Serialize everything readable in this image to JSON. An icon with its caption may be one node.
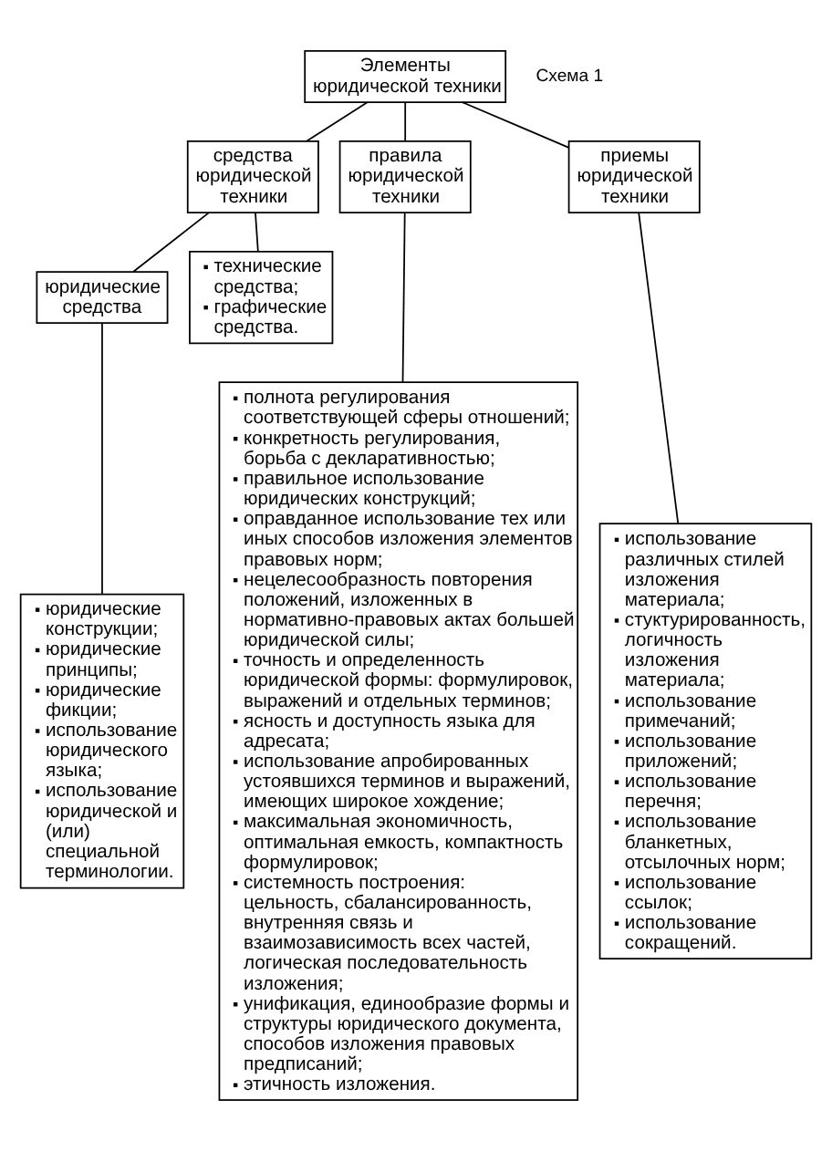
{
  "diagram": {
    "nodes": [
      {
        "text": [
          "Элементы юридической техники"
        ]
      },
      {
        "text": [
          "средства юридической техники"
        ]
      },
      {
        "text": [
          "правила юридической техники"
        ]
      },
      {
        "text": [
          "приемы юридической техники"
        ]
      },
      {
        "text": [
          "юридические средства"
        ]
      },
      {
        "text": [
          "технические средства;",
          "графические средства."
        ]
      },
      {
        "text": [
          "юридические конструкции;",
          "юридические принципы;",
          "юридические фикции;",
          "использование юридического языка;",
          "использование юридической и (или) специальной терминологии."
        ]
      },
      {
        "text": [
          "полнота регулирования соответствующей сферы отношений;",
          "конкретность регулирования, борьба с декларативностью;",
          "правильное использование юридических конструкций;",
          "оправданное использование тех или иных способов изложения элементов правовых норм;",
          "нецелесообразность повторения положений, изложенных в нормативно-правовых актах большей юридической силы;",
          "точность и определенность юридической формы: формулировок, выражений и отдельных терминов;",
          "ясность и доступность языка для адресата;",
          "использование апробированных устоявшихся терминов и выражений, имеющих широкое хождение;",
          "максимальная экономичность, оптимальная емкость, компактность формулировок;",
          "системность построения: цельность, сбалансированность, внутренняя связь и взаимозависимость всех частей, логическая последовательность изложения;",
          "унификация, единообразие формы и структуры юридического документа, способов изложения правовых предписаний;",
          "этичность изложения."
        ]
      },
      {
        "text": [
          "использование различных стилей изложения материала;",
          "стуктурированность, логичность изложения материала;",
          "использование примечаний;",
          "использование приложений;",
          "использование перечня;",
          "использование бланкетных, отсылочных норм;",
          "использование ссылок;",
          "использование сокращений."
        ]
      }
    ],
    "edges": [
      {
        "from": 0,
        "to": 1,
        "arrow": "none"
      },
      {
        "from": 0,
        "to": 2,
        "arrow": "none"
      },
      {
        "from": 0,
        "to": 3,
        "arrow": "none"
      },
      {
        "from": 1,
        "to": 4,
        "arrow": "none"
      },
      {
        "from": 1,
        "to": 5,
        "arrow": "none"
      },
      {
        "from": 4,
        "to": 6,
        "arrow": "none"
      },
      {
        "from": 2,
        "to": 7,
        "arrow": "none"
      },
      {
        "from": 3,
        "to": 8,
        "arrow": "none"
      }
    ],
    "labels": [
      "Схема 1"
    ]
  }
}
